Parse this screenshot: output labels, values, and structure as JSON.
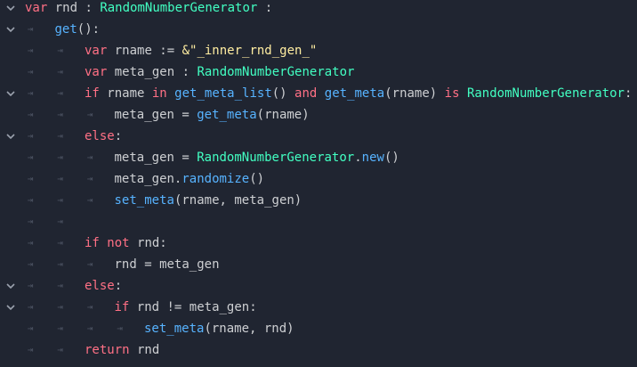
{
  "editor": {
    "colors": {
      "background": "#202531",
      "keyword": "#ff7085",
      "type": "#42ffc2",
      "function": "#57b3ff",
      "string": "#ffeda1",
      "plain": "#cdcfd2"
    },
    "fold_icon": "chevron-down-icon",
    "indent_icon": "tab-indicator-icon",
    "lines": [
      {
        "indent": 0,
        "fold": true,
        "tokens": [
          {
            "t": "var",
            "c": "kw"
          },
          {
            "t": " rnd : ",
            "c": "pl"
          },
          {
            "t": "RandomNumberGenerator",
            "c": "ty"
          },
          {
            "t": " :",
            "c": "pl"
          }
        ]
      },
      {
        "indent": 1,
        "fold": true,
        "tokens": [
          {
            "t": "get",
            "c": "fn"
          },
          {
            "t": "():",
            "c": "pl"
          }
        ]
      },
      {
        "indent": 2,
        "fold": false,
        "tokens": [
          {
            "t": "var",
            "c": "kw"
          },
          {
            "t": " rname := ",
            "c": "pl"
          },
          {
            "t": "&\"_inner_rnd_gen_\"",
            "c": "st"
          }
        ]
      },
      {
        "indent": 2,
        "fold": false,
        "tokens": [
          {
            "t": "var",
            "c": "kw"
          },
          {
            "t": " meta_gen : ",
            "c": "pl"
          },
          {
            "t": "RandomNumberGenerator",
            "c": "ty"
          }
        ]
      },
      {
        "indent": 2,
        "fold": true,
        "tokens": [
          {
            "t": "if",
            "c": "kw"
          },
          {
            "t": " rname ",
            "c": "pl"
          },
          {
            "t": "in",
            "c": "kw"
          },
          {
            "t": " ",
            "c": "pl"
          },
          {
            "t": "get_meta_list",
            "c": "fn"
          },
          {
            "t": "() ",
            "c": "pl"
          },
          {
            "t": "and",
            "c": "kw"
          },
          {
            "t": " ",
            "c": "pl"
          },
          {
            "t": "get_meta",
            "c": "fn"
          },
          {
            "t": "(rname) ",
            "c": "pl"
          },
          {
            "t": "is",
            "c": "kw"
          },
          {
            "t": " ",
            "c": "pl"
          },
          {
            "t": "RandomNumberGenerator",
            "c": "ty"
          },
          {
            "t": ":",
            "c": "pl"
          }
        ]
      },
      {
        "indent": 3,
        "fold": false,
        "tokens": [
          {
            "t": "meta_gen = ",
            "c": "pl"
          },
          {
            "t": "get_meta",
            "c": "fn"
          },
          {
            "t": "(rname)",
            "c": "pl"
          }
        ]
      },
      {
        "indent": 2,
        "fold": true,
        "tokens": [
          {
            "t": "else",
            "c": "kw"
          },
          {
            "t": ":",
            "c": "pl"
          }
        ]
      },
      {
        "indent": 3,
        "fold": false,
        "tokens": [
          {
            "t": "meta_gen = ",
            "c": "pl"
          },
          {
            "t": "RandomNumberGenerator",
            "c": "ty"
          },
          {
            "t": ".",
            "c": "pl"
          },
          {
            "t": "new",
            "c": "fn"
          },
          {
            "t": "()",
            "c": "pl"
          }
        ]
      },
      {
        "indent": 3,
        "fold": false,
        "tokens": [
          {
            "t": "meta_gen.",
            "c": "pl"
          },
          {
            "t": "randomize",
            "c": "fn"
          },
          {
            "t": "()",
            "c": "pl"
          }
        ]
      },
      {
        "indent": 3,
        "fold": false,
        "tokens": [
          {
            "t": "set_meta",
            "c": "fn"
          },
          {
            "t": "(rname, meta_gen)",
            "c": "pl"
          }
        ]
      },
      {
        "indent": 2,
        "fold": false,
        "tokens": []
      },
      {
        "indent": 2,
        "fold": false,
        "tokens": [
          {
            "t": "if",
            "c": "kw"
          },
          {
            "t": " ",
            "c": "pl"
          },
          {
            "t": "not",
            "c": "kw"
          },
          {
            "t": " rnd:",
            "c": "pl"
          }
        ]
      },
      {
        "indent": 3,
        "fold": false,
        "tokens": [
          {
            "t": "rnd = meta_gen",
            "c": "pl"
          }
        ]
      },
      {
        "indent": 2,
        "fold": true,
        "tokens": [
          {
            "t": "else",
            "c": "kw"
          },
          {
            "t": ":",
            "c": "pl"
          }
        ]
      },
      {
        "indent": 3,
        "fold": true,
        "tokens": [
          {
            "t": "if",
            "c": "kw"
          },
          {
            "t": " rnd != meta_gen:",
            "c": "pl"
          }
        ]
      },
      {
        "indent": 4,
        "fold": false,
        "tokens": [
          {
            "t": "set_meta",
            "c": "fn"
          },
          {
            "t": "(rname, rnd)",
            "c": "pl"
          }
        ]
      },
      {
        "indent": 2,
        "fold": false,
        "tokens": [
          {
            "t": "return",
            "c": "kw"
          },
          {
            "t": " rnd",
            "c": "pl"
          }
        ]
      }
    ]
  }
}
